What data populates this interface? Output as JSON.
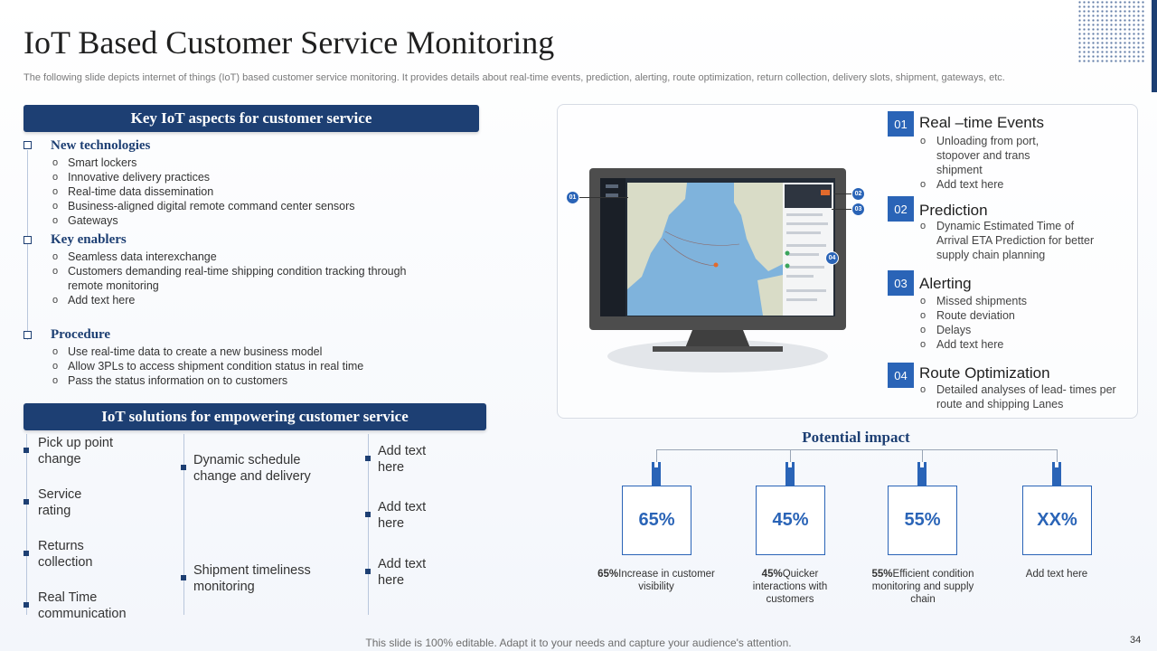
{
  "title": "IoT Based Customer Service Monitoring",
  "subtitle": "The following slide depicts internet of things (IoT) based customer service monitoring. It provides details about real-time events, prediction, alerting, route optimization, return collection, delivery slots, shipment, gateways, etc.",
  "key_aspects": {
    "header": "Key IoT aspects for customer service",
    "sections": [
      {
        "heading": "New technologies",
        "items": [
          "Smart lockers",
          "Innovative  delivery  practices",
          "Real-time data dissemination",
          "Business-aligned digital remote command center sensors",
          "Gateways"
        ]
      },
      {
        "heading": "Key enablers",
        "items": [
          "Seamless data interexchange",
          "Customers demanding real-time shipping condition tracking through remote monitoring",
          "Add text here"
        ]
      },
      {
        "heading": "Procedure",
        "items": [
          "Use real-time data to create a new business model",
          "Allow 3PLs  to access shipment condition status in real time",
          "Pass the status information  on to customers"
        ]
      }
    ]
  },
  "solutions": {
    "header": "IoT solutions for empowering customer service",
    "col1": [
      "Pick up point change",
      "Service rating",
      "Returns collection",
      "Real Time communication"
    ],
    "col2": [
      "Dynamic schedule change and delivery",
      "Shipment timeliness monitoring"
    ],
    "col3": [
      "Add text here",
      "Add text here",
      "Add text here"
    ]
  },
  "monitor_callouts": [
    "01",
    "02",
    "03",
    "04"
  ],
  "steps": [
    {
      "num": "01",
      "title": "Real –time Events",
      "items": [
        "Unloading from port, stopover and trans shipment",
        "Add text here"
      ]
    },
    {
      "num": "02",
      "title": "Prediction",
      "items": [
        "Dynamic Estimated Time of Arrival ETA Prediction for better supply chain planning"
      ]
    },
    {
      "num": "03",
      "title": "Alerting",
      "items": [
        "Missed shipments",
        "Route deviation",
        "Delays",
        "Add text here"
      ]
    },
    {
      "num": "04",
      "title": "Route Optimization",
      "items": [
        "Detailed analyses of lead- times per route and shipping Lanes"
      ]
    }
  ],
  "impact": {
    "title": "Potential impact",
    "boxes": [
      {
        "value": "65%",
        "desc_bold": "65%",
        "desc_rest": "Increase in customer visibility"
      },
      {
        "value": "45%",
        "desc_bold": "45%",
        "desc_rest": "Quicker interactions with customers"
      },
      {
        "value": "55%",
        "desc_bold": "55%",
        "desc_rest": "Efficient condition monitoring and supply chain"
      },
      {
        "value": "XX%",
        "desc_bold": "",
        "desc_rest": "Add text here"
      }
    ]
  },
  "footer": "This slide is 100% editable. Adapt it to your needs and capture your audience's attention.",
  "page_number": "34",
  "colors": {
    "navy": "#1d3f73",
    "accent_blue": "#2a64b7"
  }
}
